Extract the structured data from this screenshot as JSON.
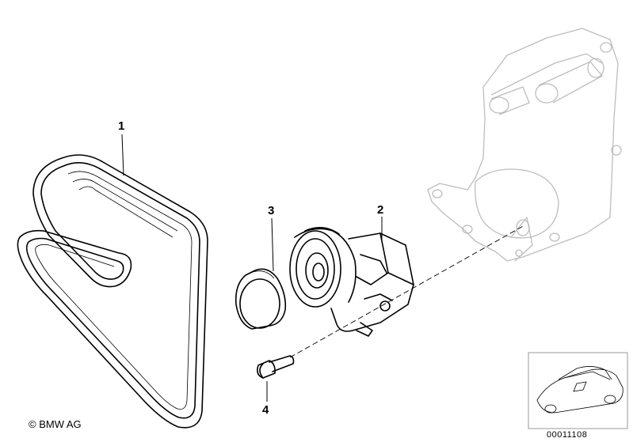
{
  "parts": [
    {
      "number": "1",
      "name": "ribbed-v-belt"
    },
    {
      "number": "2",
      "name": "belt-tensioner"
    },
    {
      "number": "3",
      "name": "cap"
    },
    {
      "number": "4",
      "name": "bolt"
    }
  ],
  "footer": {
    "copyright": "© BMW AG",
    "diagram_code": "00011108"
  },
  "colors": {
    "line": "#000000",
    "ghost_outline": "#bdbdbd",
    "inset_border": "#999999",
    "background": "#ffffff"
  }
}
